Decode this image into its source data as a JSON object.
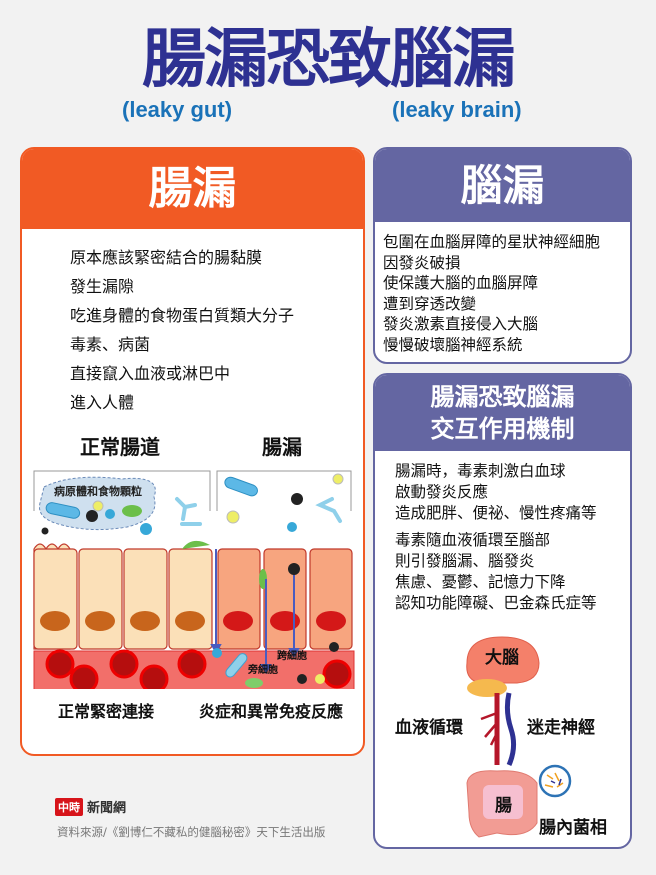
{
  "header": {
    "title": "腸漏恐致腦漏",
    "subtitle_left": "(leaky gut)",
    "subtitle_right": "(leaky brain)"
  },
  "gut_card": {
    "title": "腸漏",
    "lines": [
      "原本應該緊密結合的腸黏膜",
      "發生漏隙",
      "吃進身體的食物蛋白質類大分子",
      "毒素、病菌",
      "直接竄入血液或淋巴中",
      "進入人體"
    ],
    "diagram": {
      "label_normal": "正常腸道",
      "label_leaky": "腸漏",
      "bubble_label": "病原體和食物顆粒",
      "label_paracellular": "旁細胞",
      "label_transcellular": "跨細胞",
      "caption_normal": "正常緊密連接",
      "caption_leaky": "炎症和異常免疫反應"
    }
  },
  "brain_card": {
    "title": "腦漏",
    "lines": [
      "包圍在血腦屏障的星狀神經細胞",
      "因發炎破損",
      "使保護大腦的血腦屏障",
      "遭到穿透改變",
      "發炎激素直接侵入大腦",
      "慢慢破壞腦神經系統"
    ]
  },
  "mechanism_card": {
    "title_line1": "腸漏恐致腦漏",
    "title_line2": "交互作用機制",
    "group1": [
      "腸漏時，毒素刺激白血球",
      "啟動發炎反應",
      "造成肥胖、便祕、慢性疼痛等"
    ],
    "group2": [
      "毒素隨血液循環至腦部",
      "則引發腦漏、腦發炎",
      "焦慮、憂鬱、記憶力下降",
      "認知功能障礙、巴金森氏症等"
    ],
    "figure": {
      "brain": "大腦",
      "blood": "血液循環",
      "vagus": "迷走神經",
      "gut": "腸",
      "microbiome": "腸內菌相"
    }
  },
  "footer": {
    "logo_badge": "中時",
    "logo_text": "新聞網",
    "source": "資料來源/《劉博仁不藏私的健腦秘密》天下生活出版"
  },
  "colors": {
    "title_blue": "#2e3192",
    "subtitle_blue": "#1a72b8",
    "gut_orange": "#f15a24",
    "brain_purple": "#6466a2",
    "background": "#f2f2f2"
  }
}
